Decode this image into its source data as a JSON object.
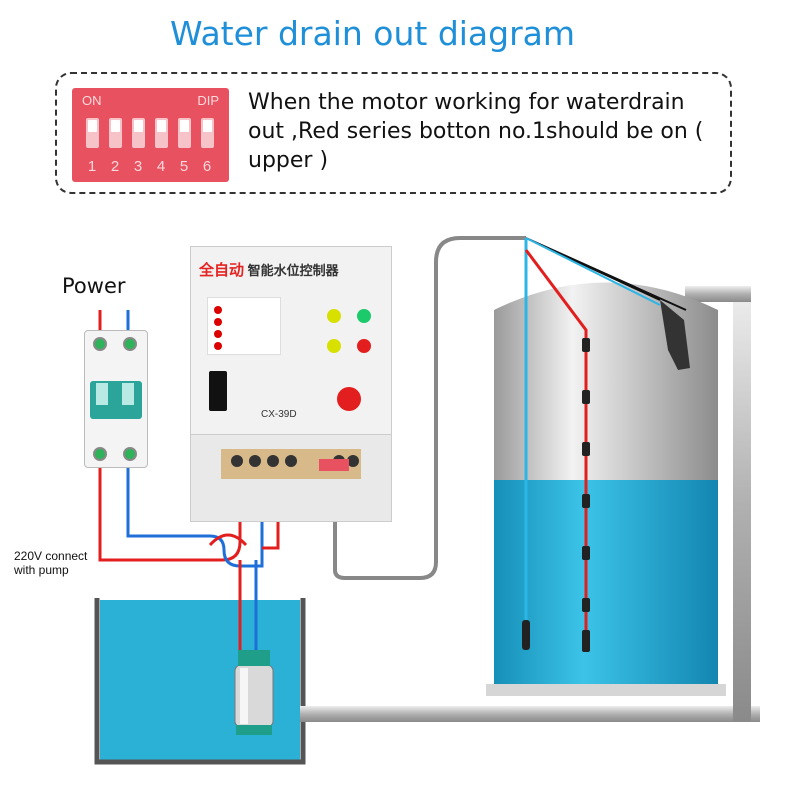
{
  "title": "Water drain out diagram",
  "dip_switch": {
    "on_label": "ON",
    "dip_label": "DIP",
    "positions": [
      "1",
      "2",
      "3",
      "4",
      "5",
      "6"
    ]
  },
  "note": "When the motor working for waterdrain out ,Red series botton no.1should be on ( upper )",
  "power_label": "Power",
  "connect_label_line1": "220V connect",
  "connect_label_line2": "with pump",
  "controller": {
    "brand": "全自动",
    "name": "智能水位控制器",
    "model": "CX-39D"
  },
  "colors": {
    "title": "#1e8fd8",
    "live_wire": "#e31e1e",
    "neutral_wire": "#1e6fd8",
    "sensor_wire": "#2bb6e6",
    "water": "#20a7d4",
    "tank_silver": "#c8c8c8",
    "pipe": "#c4c4c4",
    "dip_red": "#e8515f"
  },
  "icons": [
    "dip-switch-icon",
    "circuit-breaker-icon",
    "controller-icon",
    "pump-icon",
    "float-switch-icon"
  ]
}
